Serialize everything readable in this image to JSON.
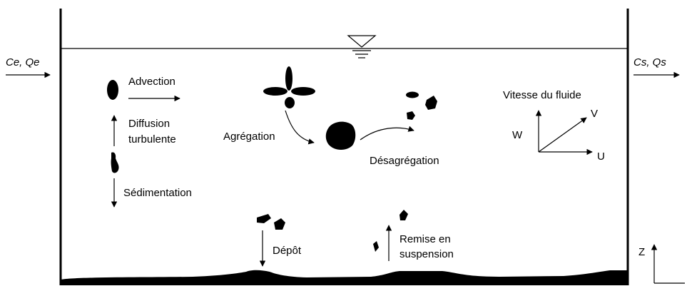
{
  "inlet": {
    "label": "Ce, Qe"
  },
  "outlet": {
    "label": "Cs, Qs"
  },
  "processes": {
    "advection": "Advection",
    "diffusion_line1": "Diffusion",
    "diffusion_line2": "turbulente",
    "sedimentation": "Sédimentation",
    "aggregation": "Agrégation",
    "disaggregation": "Désagrégation",
    "deposition": "Dépôt",
    "resuspension_line1": "Remise en",
    "resuspension_line2": "suspension"
  },
  "velocity": {
    "title": "Vitesse du fluide",
    "u": "U",
    "v": "V",
    "w": "W"
  },
  "axes": {
    "z": "Z"
  }
}
